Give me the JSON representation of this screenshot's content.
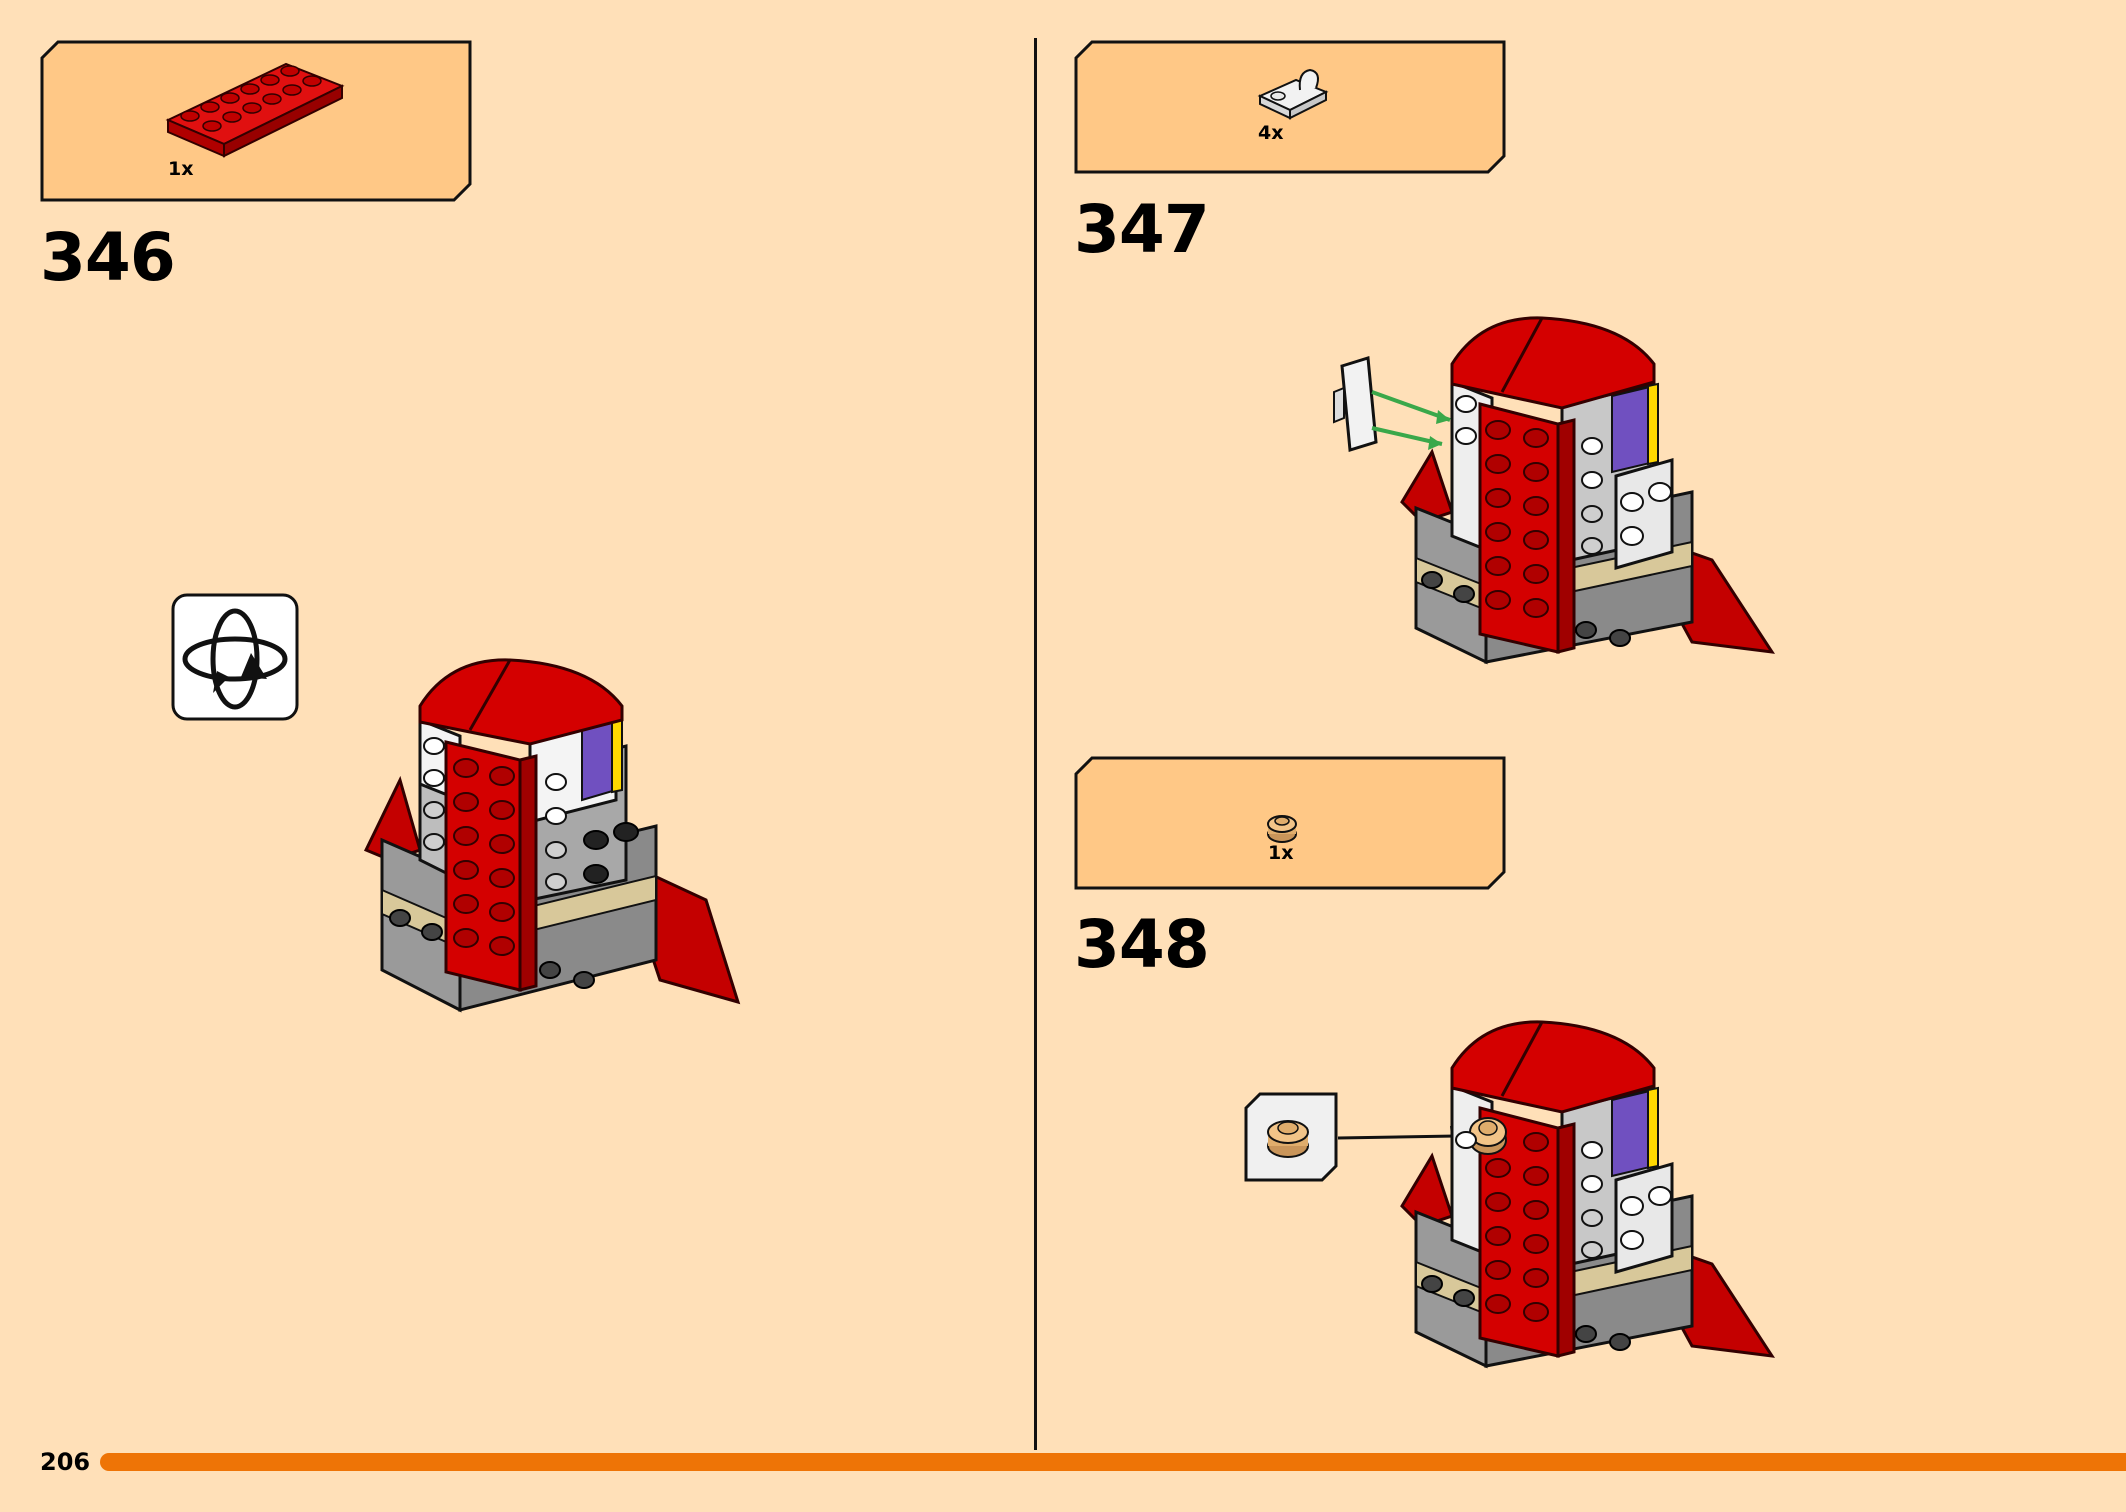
{
  "page": {
    "number": "206"
  },
  "steps": [
    {
      "number": "346",
      "parts": [
        {
          "qty": "1x",
          "part": "red-plate-2x6"
        }
      ],
      "rotate_hint": true
    },
    {
      "number": "347",
      "parts": [
        {
          "qty": "4x",
          "part": "white-clip-plate-1x1"
        }
      ]
    },
    {
      "number": "348",
      "parts": [
        {
          "qty": "1x",
          "part": "tan-round-plate-1x1"
        }
      ],
      "callout": "tan-round-plate-1x1"
    }
  ],
  "colors": {
    "background": "#ffe0b8",
    "partbox": "#ffc886",
    "progress": "#ee7406",
    "red": "#d40000",
    "green_arrow": "#3aa84a"
  }
}
